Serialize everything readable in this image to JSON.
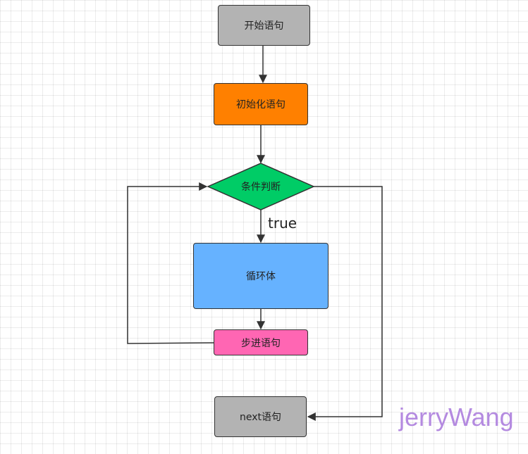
{
  "nodes": {
    "start": {
      "label": "开始语句",
      "color": "#b3b3b3"
    },
    "init": {
      "label": "初始化语句",
      "color": "#ff8000"
    },
    "condition": {
      "label": "条件判断",
      "color": "#00cc66"
    },
    "body": {
      "label": "循环体",
      "color": "#66b2ff"
    },
    "step": {
      "label": "步进语句",
      "color": "#ff66b3"
    },
    "next": {
      "label": "next语句",
      "color": "#b3b3b3"
    }
  },
  "edge_labels": {
    "true_label": "true"
  },
  "watermark": {
    "text": "jerryWang",
    "color": "#b48ae0"
  },
  "line_color": "#333333"
}
